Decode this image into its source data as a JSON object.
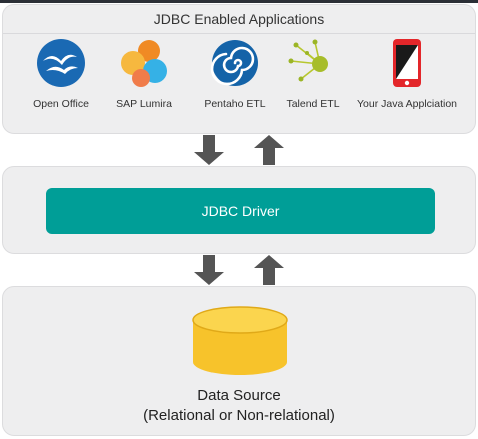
{
  "apps_panel": {
    "title": "JDBC Enabled Applications",
    "apps": [
      {
        "label": "Open Office",
        "icon": "open-office-gulls-icon"
      },
      {
        "label": "SAP Lumira",
        "icon": "sap-lumira-bubbles-icon"
      },
      {
        "label": "Pentaho ETL",
        "icon": "pentaho-spiral-icon"
      },
      {
        "label": "Talend ETL",
        "icon": "talend-network-icon"
      },
      {
        "label": "Your Java Applciation",
        "icon": "mobile-phone-icon"
      }
    ]
  },
  "driver_panel": {
    "label": "JDBC Driver"
  },
  "data_source_panel": {
    "title": "Data Source",
    "subtitle": "(Relational or Non-relational)",
    "icon": "database-cylinder-icon"
  },
  "colors": {
    "panel_bg": "#eeeeef",
    "driver_teal": "#009e97",
    "arrow_gray": "#555555",
    "database_yellow": "#f7c32b",
    "open_office_blue": "#1a69b3",
    "phone_red": "#e3262a"
  }
}
